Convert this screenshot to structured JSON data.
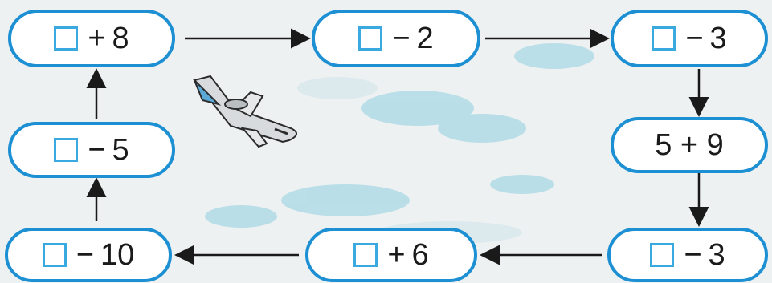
{
  "nodes": [
    {
      "id": "n1",
      "op": "+",
      "num": "8"
    },
    {
      "id": "n2",
      "op": "−",
      "num": "2"
    },
    {
      "id": "n3",
      "op": "−",
      "num": "3"
    },
    {
      "id": "n4",
      "text": "5 + 9"
    },
    {
      "id": "n5",
      "op": "−",
      "num": "3"
    },
    {
      "id": "n6",
      "op": "+",
      "num": "6"
    },
    {
      "id": "n7",
      "op": "−",
      "num": "10"
    },
    {
      "id": "n8",
      "op": "−",
      "num": "5"
    }
  ],
  "colors": {
    "border": "#1d8fd3",
    "box": "#39a9e0",
    "arrow": "#1a1a1a"
  },
  "decor": {
    "plane_icon": "airplane-icon",
    "background": "sky-clouds"
  }
}
